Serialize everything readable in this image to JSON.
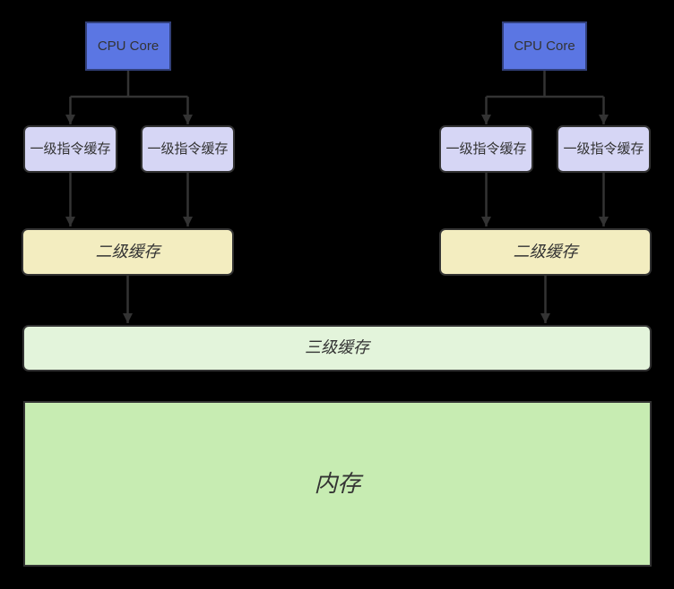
{
  "diagram": {
    "type": "cpu-cache-hierarchy-flowchart",
    "nodes": {
      "cpu1": {
        "label": "CPU Core"
      },
      "cpu2": {
        "label": "CPU Core"
      },
      "l1a": {
        "label": "一级指令缓存"
      },
      "l1b": {
        "label": "一级指令缓存"
      },
      "l1c": {
        "label": "一级指令缓存"
      },
      "l1d": {
        "label": "一级指令缓存"
      },
      "l2a": {
        "label": "二级缓存"
      },
      "l2b": {
        "label": "二级缓存"
      },
      "l3": {
        "label": "三级缓存"
      },
      "memory": {
        "label": "内存"
      }
    },
    "edges": [
      "cpu1 -> l1a",
      "cpu1 -> l1b",
      "cpu2 -> l1c",
      "cpu2 -> l1d",
      "l1a -> l2a",
      "l1b -> l2a",
      "l1c -> l2b",
      "l1d -> l2b",
      "l2a -> l3",
      "l2b -> l3"
    ]
  },
  "colors": {
    "background": "#000000",
    "connector": "#333333",
    "text": "#333333",
    "box_border": "#333333",
    "cpu_fill": "#5b76e3",
    "cpu_border": "#32407a",
    "l1_fill": "#d6d6f5",
    "l2_fill": "#f3edc0",
    "l3_fill": "#e3f4db",
    "memory_fill": "#c7ecb2"
  }
}
